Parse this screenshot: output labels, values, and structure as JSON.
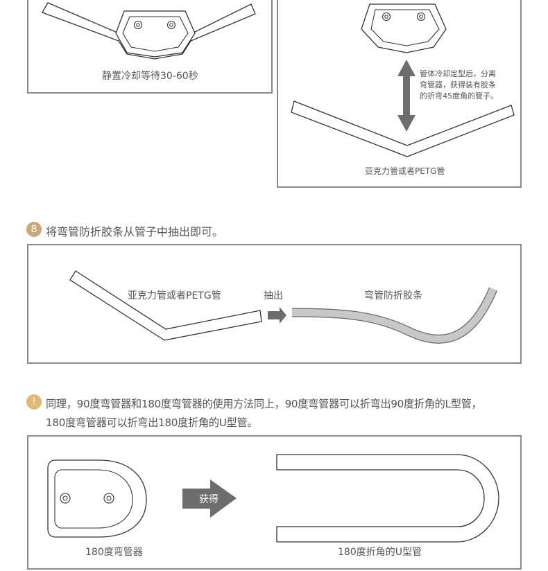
{
  "panel1": {
    "caption": "静置冷却等待30-60秒"
  },
  "panel2": {
    "note_line1": "管体冷却定型后，分离",
    "note_line2": "弯管器，获得装有胶条",
    "note_line3": "的折弯45度角的管子。",
    "tube_label": "亚克力管或者PETG管"
  },
  "step8": {
    "number": "8",
    "text": "将弯管防折胶条从管子中抽出即可。",
    "tube_label": "亚克力管或者PETG管",
    "pull_label": "抽出",
    "strip_label": "弯管防折胶条"
  },
  "note": {
    "icon": "!",
    "line1": "同理，90度弯管器和180度弯管器的使用方法同上，90度弯管器可以折弯出90度折角的L型管，",
    "line2": "180度弯管器可以折弯出180度折角的U型管。"
  },
  "panel3": {
    "bender_label": "180度弯管器",
    "arrow_label": "获得",
    "tube_label": "180度折角的U型管"
  },
  "colors": {
    "badge": "#c9a87a",
    "arrow": "#6d6d6d",
    "strip": "#c8c8c8",
    "frame": "#8a8a8a"
  }
}
